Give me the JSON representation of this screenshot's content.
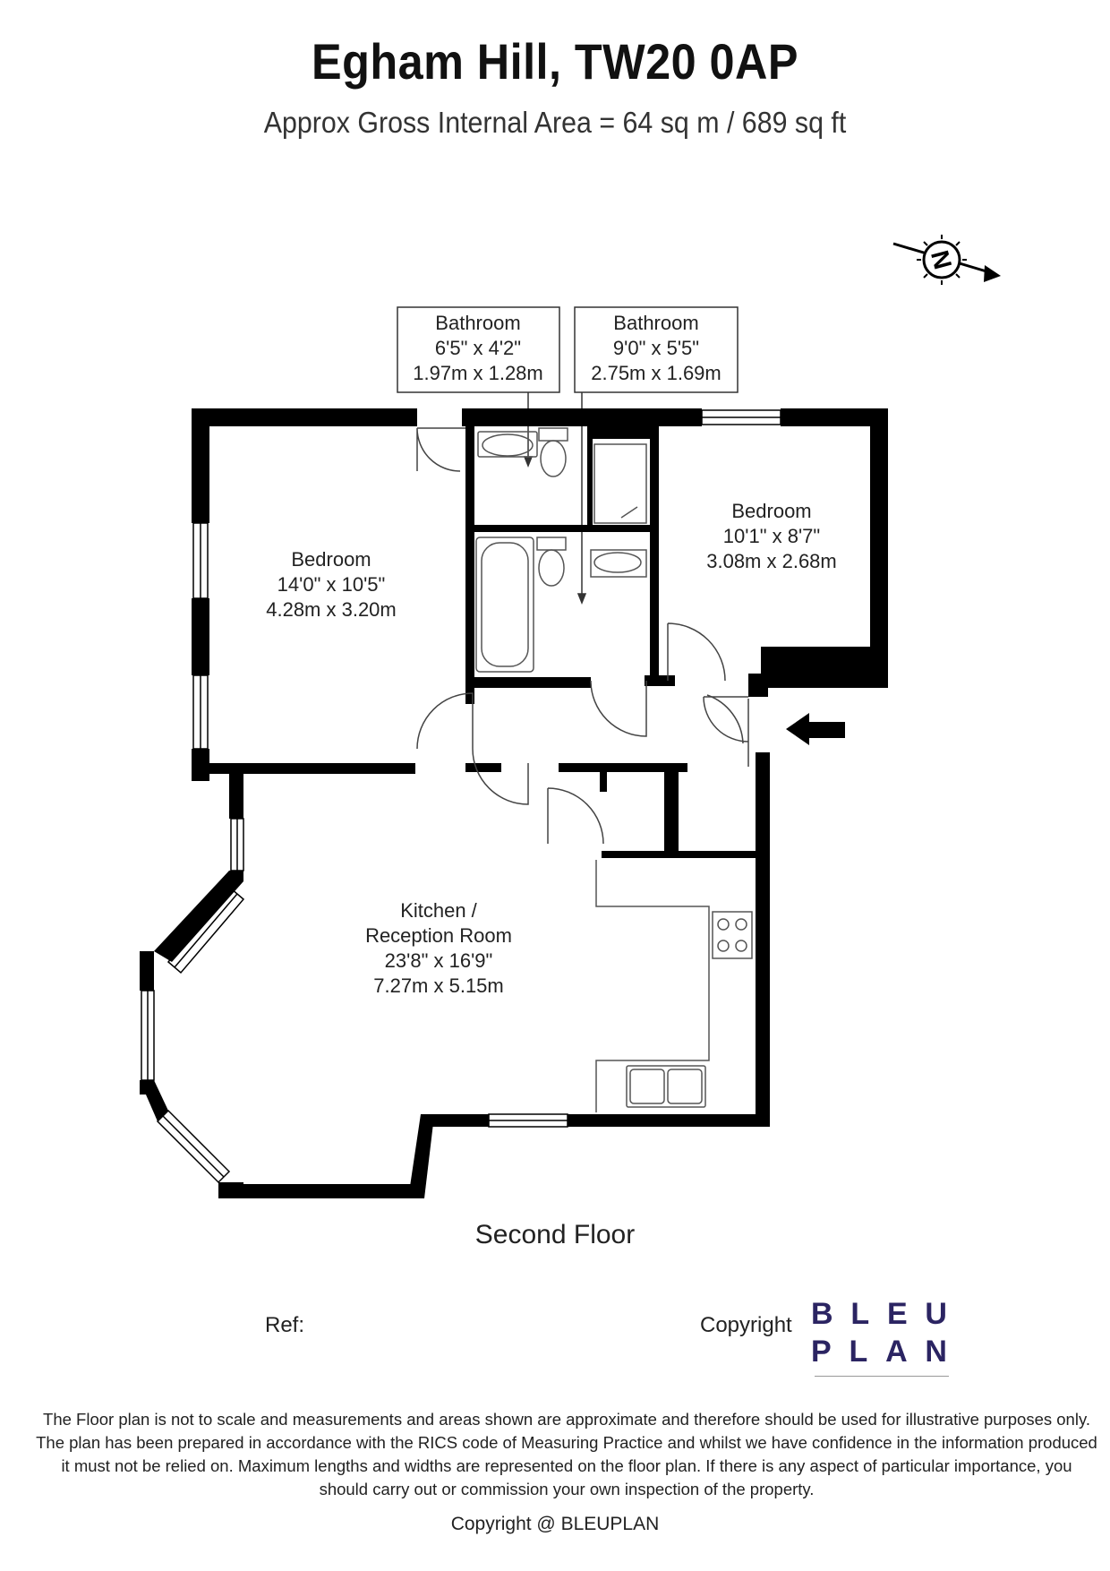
{
  "header": {
    "title": "Egham Hill, TW20 0AP",
    "subtitle": "Approx Gross Internal Area = 64 sq m / 689 sq ft"
  },
  "compass": {
    "icon": "north-arrow-icon",
    "letter": "N"
  },
  "rooms": {
    "bathroom1": {
      "name": "Bathroom",
      "imperial": "6'5\" x 4'2\"",
      "metric": "1.97m x 1.28m"
    },
    "bathroom2": {
      "name": "Bathroom",
      "imperial": "9'0\" x 5'5\"",
      "metric": "2.75m x 1.69m"
    },
    "bedroom_right": {
      "name": "Bedroom",
      "imperial": "10'1\" x 8'7\"",
      "metric": "3.08m x 2.68m"
    },
    "bedroom_left": {
      "name": "Bedroom",
      "imperial": "14'0\" x 10'5\"",
      "metric": "4.28m x 3.20m"
    },
    "kitchen": {
      "name_line1": "Kitchen /",
      "name_line2": "Reception Room",
      "imperial": "23'8\" x 16'9\"",
      "metric": "7.27m x 5.15m"
    }
  },
  "floor_label": "Second Floor",
  "ref_label": "Ref:",
  "copyright_label": "Copyright",
  "logo": {
    "row1": [
      "B",
      "L",
      "E",
      "U"
    ],
    "row2": [
      "P",
      "L",
      "A",
      "N"
    ]
  },
  "disclaimer": "The Floor plan is not to scale and measurements and areas shown are approximate and therefore should be used for illustrative purposes only. The plan has been prepared in accordance with the RICS code of Measuring Practice and whilst we have confidence in the information produced it must not be relied on. Maximum lengths and widths are represented on the floor plan. If there is any aspect of particular importance, you should carry out or commission your own inspection of the property.",
  "footer": "Copyright @ BLEUPLAN",
  "colors": {
    "wall": "#000000",
    "logo": "#2b2462",
    "fixture": "#555555"
  }
}
